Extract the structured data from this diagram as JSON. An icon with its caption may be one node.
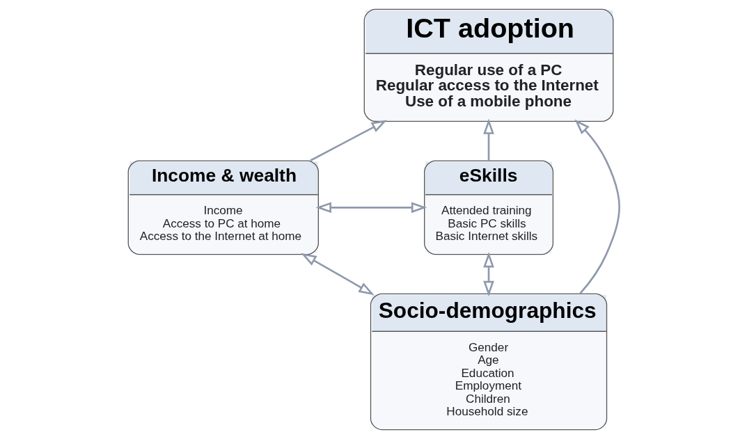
{
  "diagram": {
    "nodes": [
      {
        "text": [
          "ICT adoption",
          "Regular use of a PC Regular access to the Internet Use of a mobile phone"
        ]
      },
      {
        "text": [
          "Income & wealth",
          "Income Access to PC at home Access to the Internet at home"
        ]
      },
      {
        "text": [
          "eSkills",
          "Attended training Basic PC skills Basic Internet skills"
        ]
      },
      {
        "text": [
          "Socio-demographics",
          "Gender Age Education Employment Children Household size"
        ]
      }
    ],
    "edges": [
      {
        "from": 1,
        "to": 0,
        "arrow": "to"
      },
      {
        "from": 2,
        "to": 0,
        "arrow": "to"
      },
      {
        "from": 3,
        "to": 0,
        "arrow": "to"
      },
      {
        "from": 1,
        "to": 2,
        "arrow": "both"
      },
      {
        "from": 1,
        "to": 3,
        "arrow": "both"
      },
      {
        "from": 3,
        "to": 2,
        "arrow": "both"
      }
    ]
  }
}
